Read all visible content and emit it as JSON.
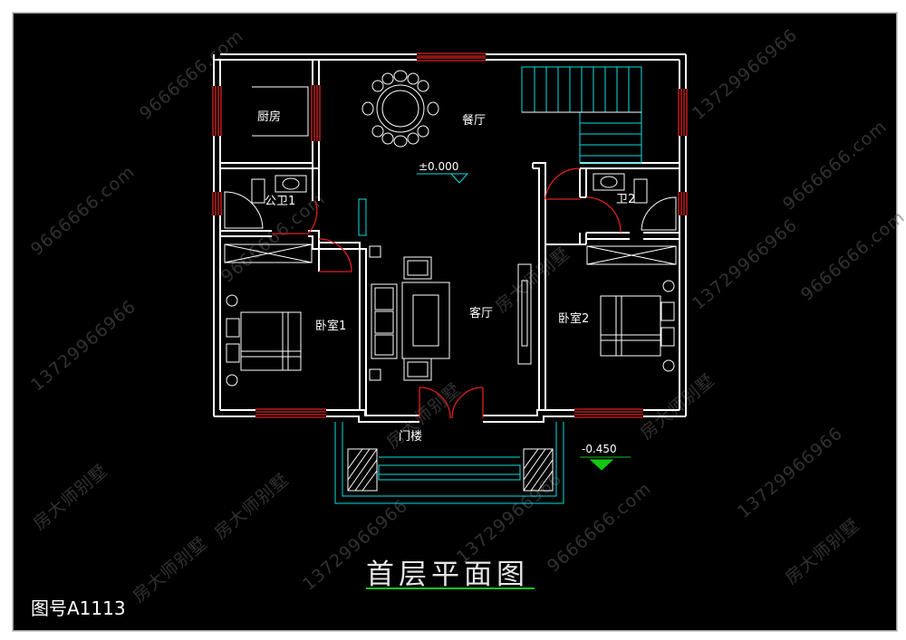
{
  "drawing": {
    "title": "首层平面图",
    "drawing_number": "图号A1113",
    "accent_color": "#12c812",
    "annotation_color": "#00e6e6"
  },
  "rooms": {
    "kitchen": "厨房",
    "dining": "餐厅",
    "public_bath": "公卫1",
    "master_bath": "卫2",
    "bedroom1": "卧室1",
    "living": "客厅",
    "bedroom2": "卧室2",
    "porch": "门楼"
  },
  "levels": {
    "floor": "±0.000",
    "outside": "-0.450"
  },
  "watermarks": {
    "brand": "房大师别墅",
    "site": "9666666.com",
    "phone": "13729966966"
  }
}
